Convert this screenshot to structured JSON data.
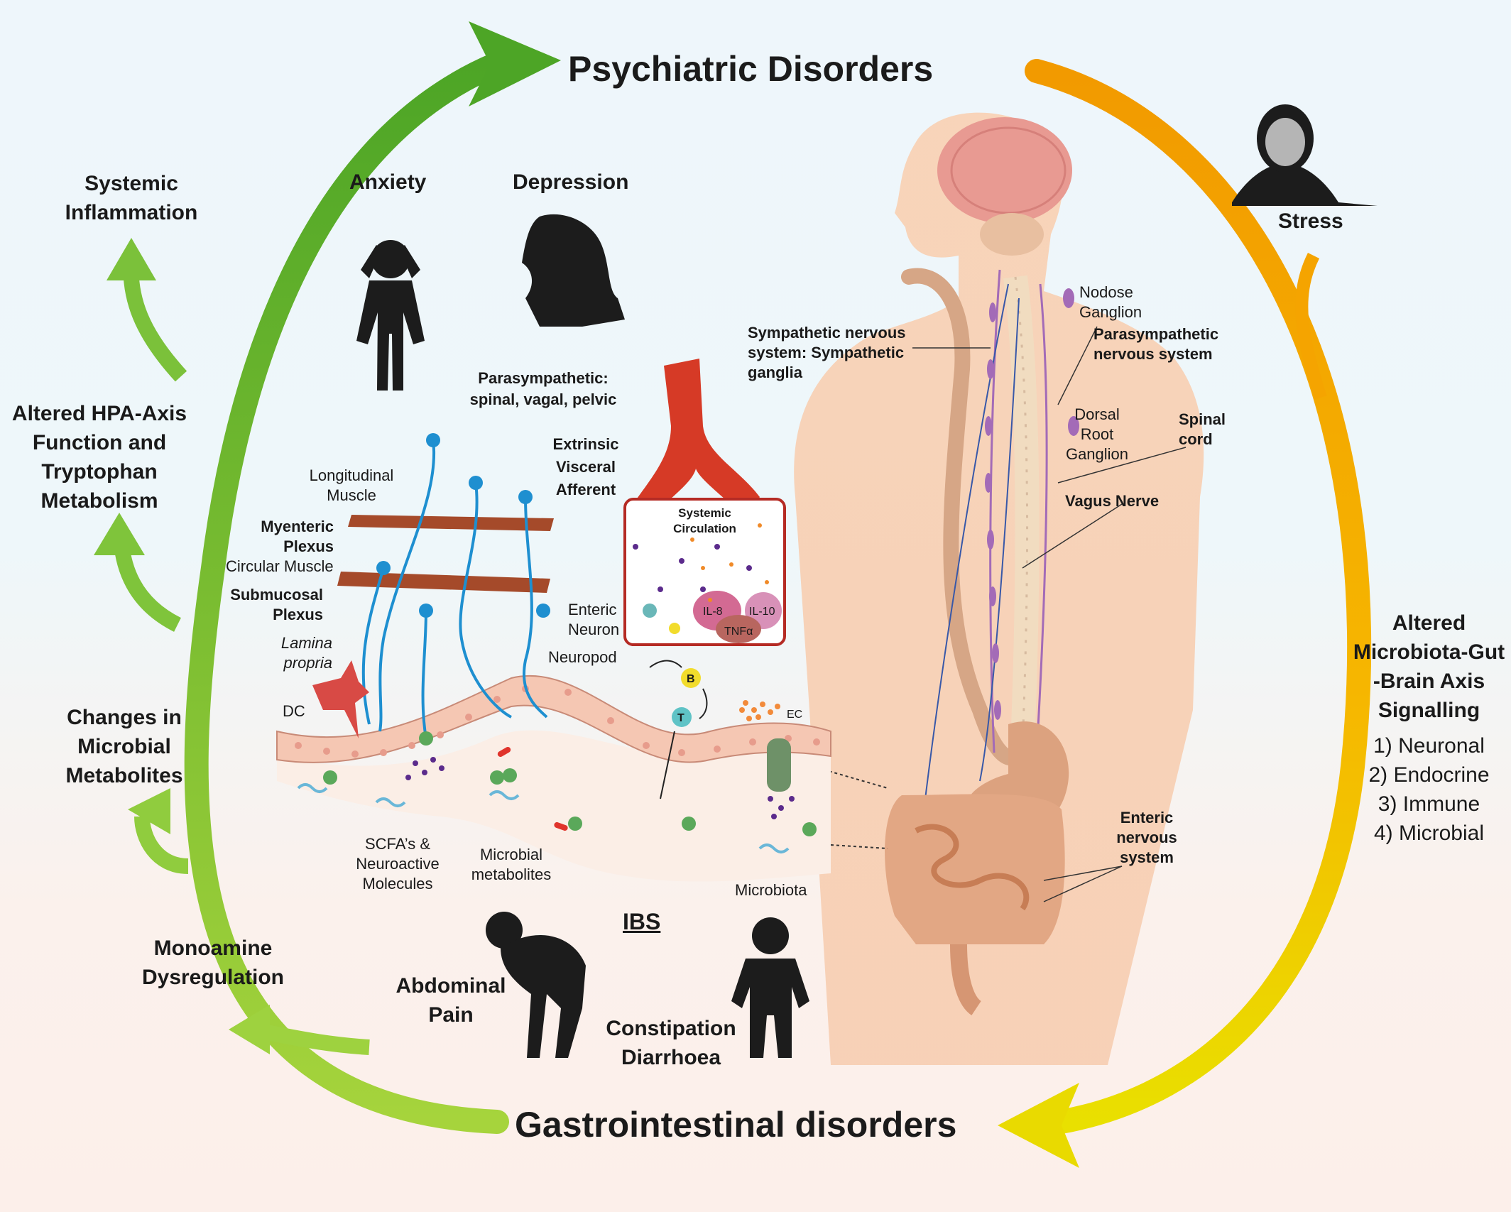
{
  "titles": {
    "top": "Psychiatric Disorders",
    "bottom": "Gastrointestinal disorders"
  },
  "left_effects": [
    "Systemic Inflammation",
    "Altered HPA-Axis Function and Tryptophan Metabolism",
    "Changes in Microbial Metabolites",
    "Monoamine Dysregulation"
  ],
  "psych": {
    "anxiety": "Anxiety",
    "depression": "Depression",
    "stress": "Stress"
  },
  "axis": {
    "title": "Altered Microbiota-Gut -Brain Axis Signalling",
    "items": [
      "1) Neuronal",
      "2) Endocrine",
      "3) Immune",
      "4) Microbial"
    ]
  },
  "gut_labels": {
    "parasympathetic": "Parasympathetic: spinal, vagal, pelvic",
    "extrinsic": "Extrinsic Visceral Afferent",
    "longitudinal": "Longitudinal Muscle",
    "myenteric": "Myenteric Plexus",
    "circular": "Circular Muscle",
    "submucosal": "Submucosal Plexus",
    "lamina": "Lamina propria",
    "dc": "DC",
    "enteric_neuron": "Enteric Neuron",
    "neuropod": "Neuropod",
    "ec": "EC",
    "b": "B",
    "t": "T",
    "scfa": "SCFA’s & Neuroactive Molecules",
    "metabolites": "Microbial metabolites",
    "microbiota": "Microbiota"
  },
  "circulation": {
    "title": "Systemic Circulation",
    "il8": "IL-8",
    "il10": "IL-10",
    "tnf": "TNFα"
  },
  "body_labels": {
    "nodose": "Nodose Ganglion",
    "sympathetic": "Sympathetic nervous system: Sympathetic ganglia",
    "parasym_ns": "Parasympathetic nervous system",
    "drg": "Dorsal Root Ganglion",
    "spinal": "Spinal cord",
    "vagus": "Vagus Nerve",
    "ens": "Enteric nervous system"
  },
  "ibs": {
    "title": "IBS",
    "pain": "Abdominal Pain",
    "bowel": "Constipation Diarrhoea"
  },
  "colors": {
    "green_arrow": "#6ab42a",
    "orange_arrow": "#f5a200",
    "yellow_arrow": "#e8d200",
    "vessel_red": "#d63a26",
    "neuron_blue": "#1e8fd0",
    "muscle_brown": "#a54a2a",
    "body_skin": "#f6c9a8",
    "brain_pink": "#e79a93",
    "nerve_purple": "#a36bb7"
  }
}
